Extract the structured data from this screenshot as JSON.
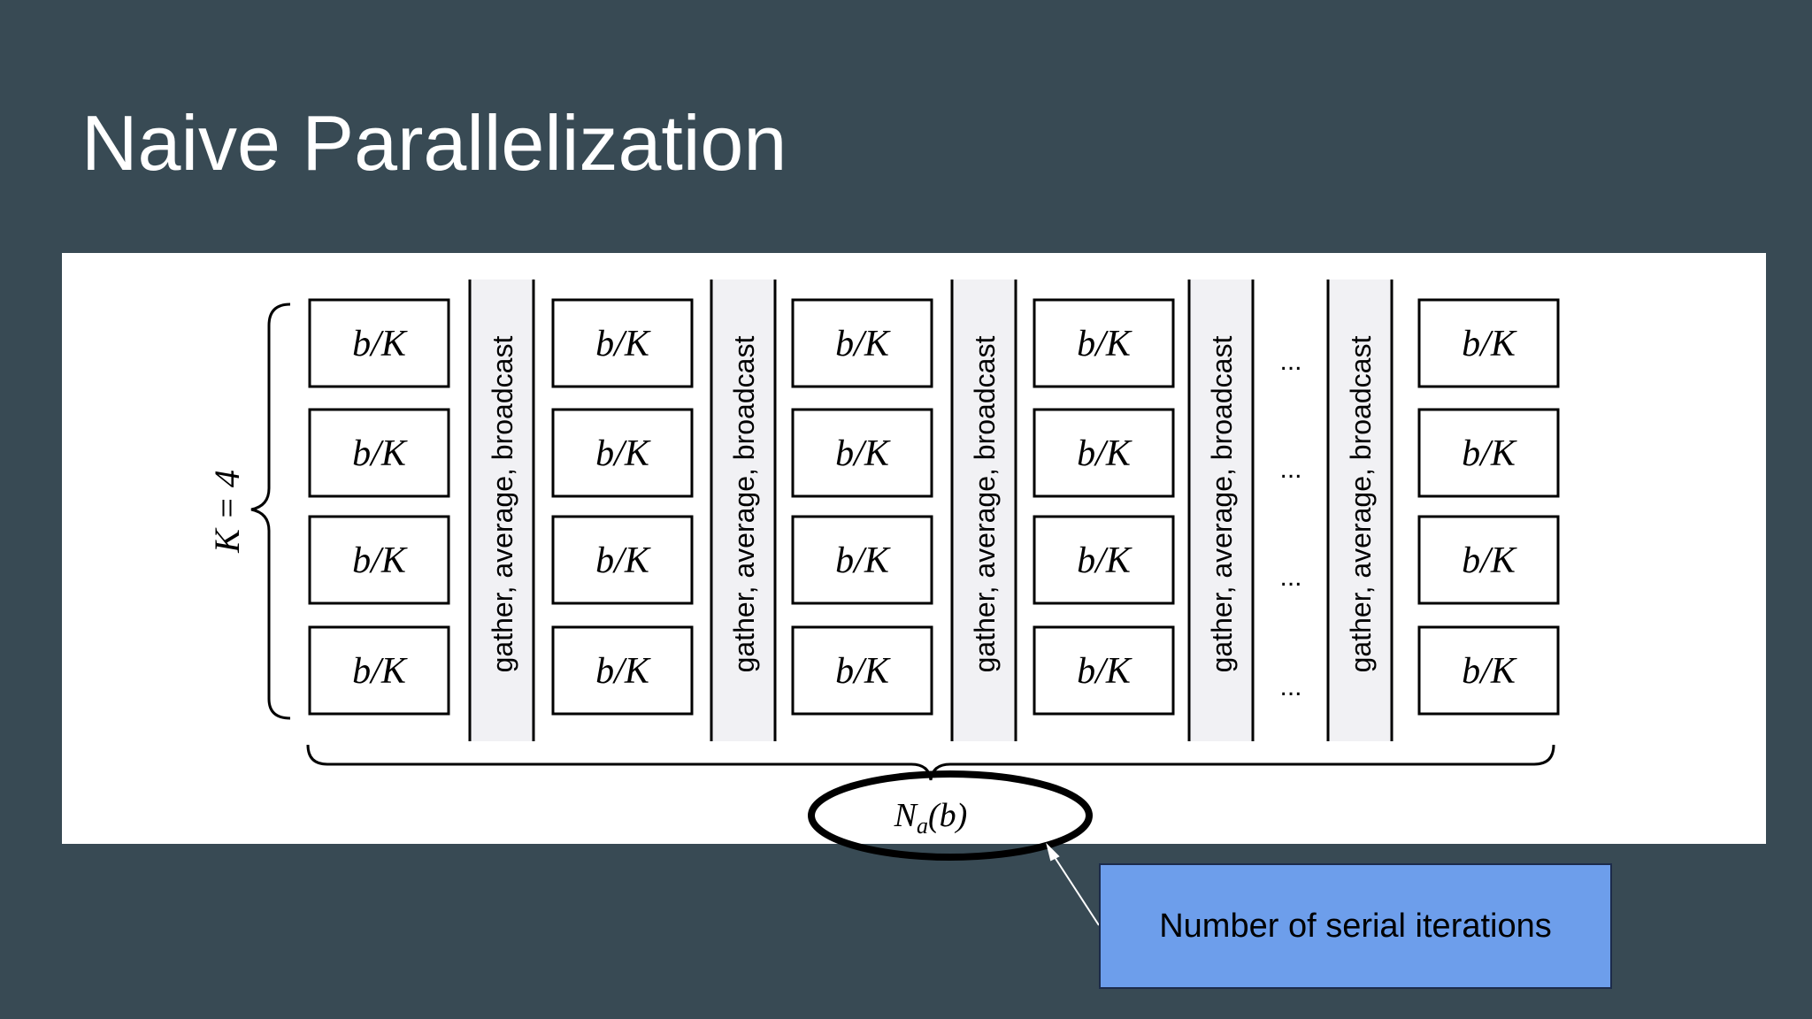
{
  "slide": {
    "title": "Naive Parallelization"
  },
  "diagram": {
    "worker_label": "b/K",
    "sync_label": "gather, average, broadcast",
    "ellipsis": "...",
    "k_label": "K = 4",
    "iterations_label": "N",
    "iterations_subscript": "a",
    "iterations_arg": "(b)"
  },
  "callout": {
    "text": "Number of serial iterations"
  },
  "colors": {
    "background": "#384a54",
    "panel": "#ffffff",
    "callout_fill": "#6d9eeb"
  }
}
